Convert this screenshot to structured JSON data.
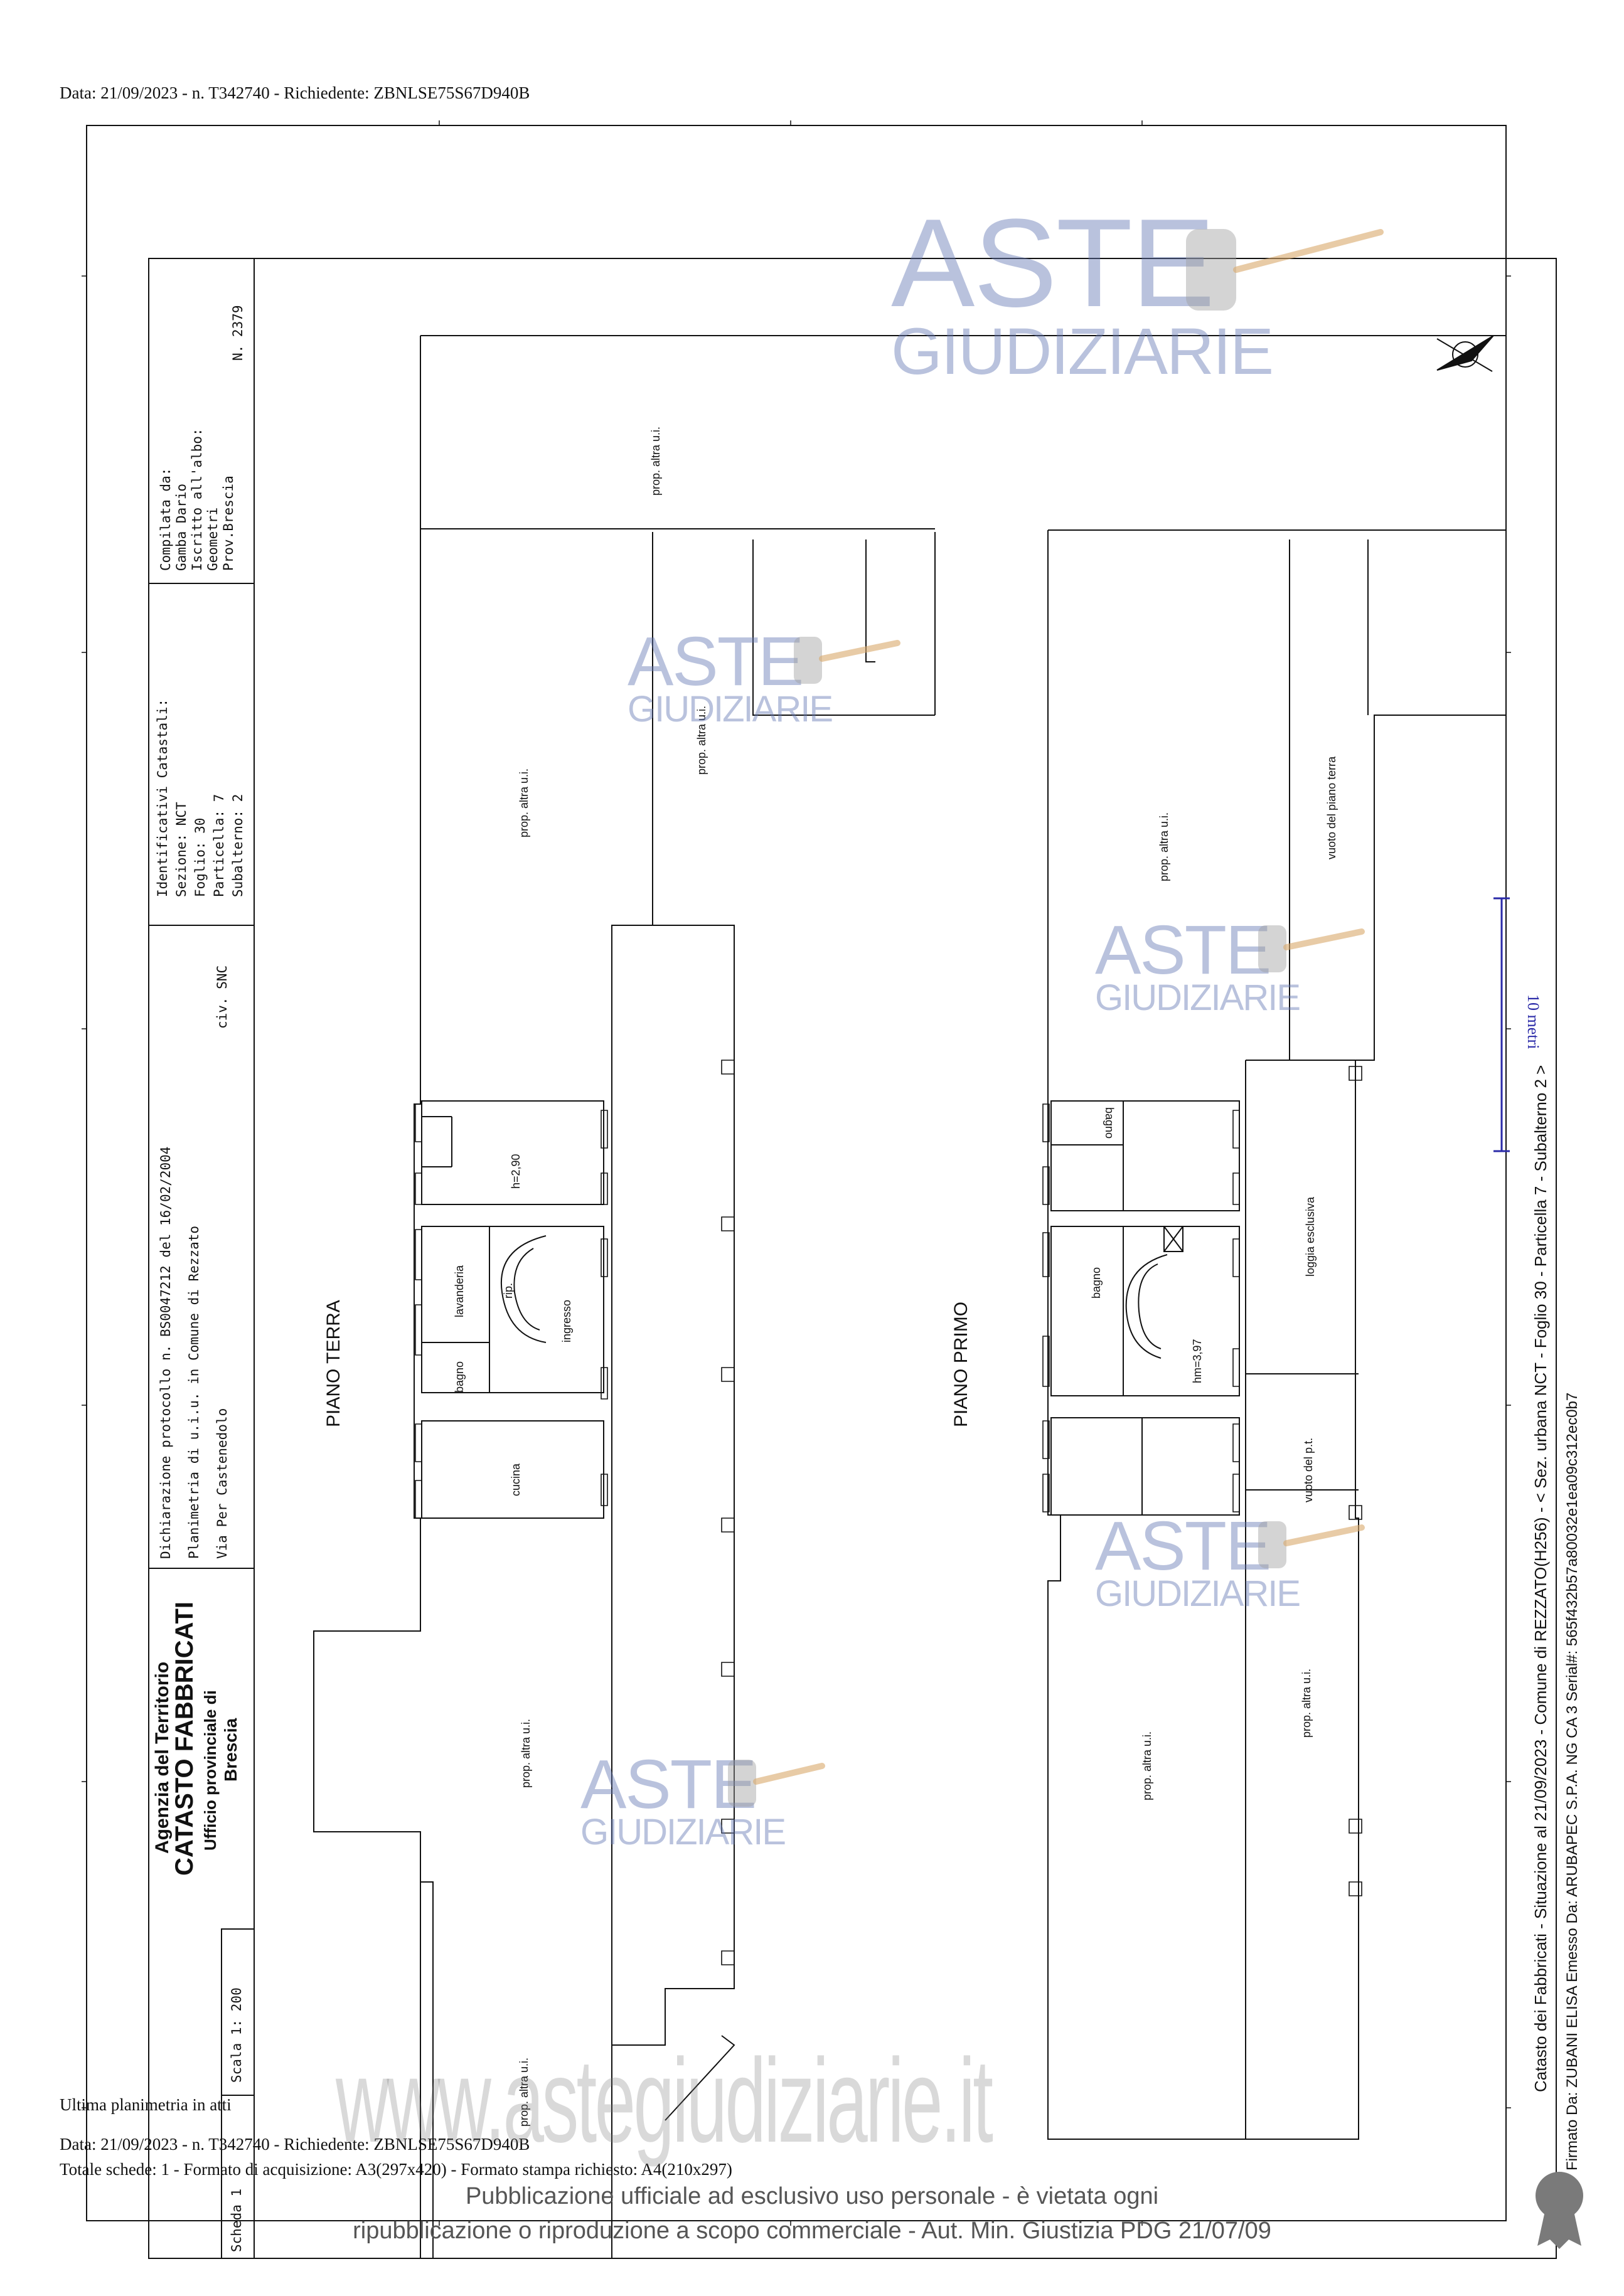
{
  "header": {
    "top_line": "Data: 21/09/2023 - n. T342740 - Richiedente: ZBNLSE75S67D940B",
    "ultima": "Ultima planimetria in atti",
    "bottom_line1": "Data: 21/09/2023 - n. T342740 - Richiedente: ZBNLSE75S67D940B",
    "bottom_line2": "Totale schede: 1 - Formato di acquisizione: A3(297x420)  - Formato stampa richiesto: A4(210x297)"
  },
  "title_block": {
    "agency": "Agenzia del Territorio",
    "catasto": "CATASTO FABBRICATI",
    "ufficio": "Ufficio provinciale di",
    "provincia": "Brescia",
    "dichiarazione": "Dichiarazione protocollo n.    BS0047212  del    16/02/2004",
    "planimetria": "Planimetria di u.i.u. in Comune di Rezzato",
    "via": "Via Per Castenedolo",
    "civ": "civ.   SNC",
    "identificativi": [
      "Identificativi Catastali:",
      "  Sezione: NCT",
      "  Foglio: 30",
      "Particella: 7",
      "Subalterno: 2"
    ],
    "compilata": [
      "Compilata da:",
      "Gamba Dario",
      "Iscritto all'albo:",
      "Geometri",
      "Prov.Brescia"
    ],
    "numero": "N.  2379",
    "scheda": "Scheda  1",
    "scala": "Scala 1: 200"
  },
  "plan": {
    "piano_terra": "PIANO TERRA",
    "piano_primo": "PIANO PRIMO",
    "prop": "prop. altra u.i.",
    "lavanderia": "lavanderia",
    "rip": "rip.",
    "ingresso": "ingresso",
    "bagno": "bagno",
    "cucina": "cucina",
    "h290": "h=2,90",
    "hm397": "hm=3,97",
    "loggia": "loggia esclusiva",
    "vuoto_pt": "vuoto del p.t.",
    "vuoto_piano_terra": "vuoto del piano terra",
    "scale_bar": "10 metri"
  },
  "side_text": {
    "catasto_line": "Catasto dei Fabbricati - Situazione al 21/09/2023 - Comune di REZZATO(H256) - < Sez. urbana NCT - Foglio 30 - Particella 7 - Subalterno 2 >",
    "firmato": "Firmato Da: ZUBANI ELISA Emesso Da: ARUBAPEC S.P.A. NG CA 3 Serial#: 565f432b57a80032e1ea09c312ec0b7"
  },
  "watermarks": {
    "aste": "ASTE",
    "giudiziarie": "GIUDIZIARIE",
    "site": "www.astegiudiziarie.it",
    "notice1": "Pubblicazione ufficiale ad esclusivo uso personale - è vietata ogni",
    "notice2": "ripubblicazione o riproduzione a scopo commerciale - Aut. Min. Giustizia PDG 21/07/09"
  },
  "colors": {
    "ink": "#111111",
    "watermark_blue": "#6478b4",
    "scale_bar": "#2a2aa8",
    "watermark_gavel": "#d8a86b"
  }
}
